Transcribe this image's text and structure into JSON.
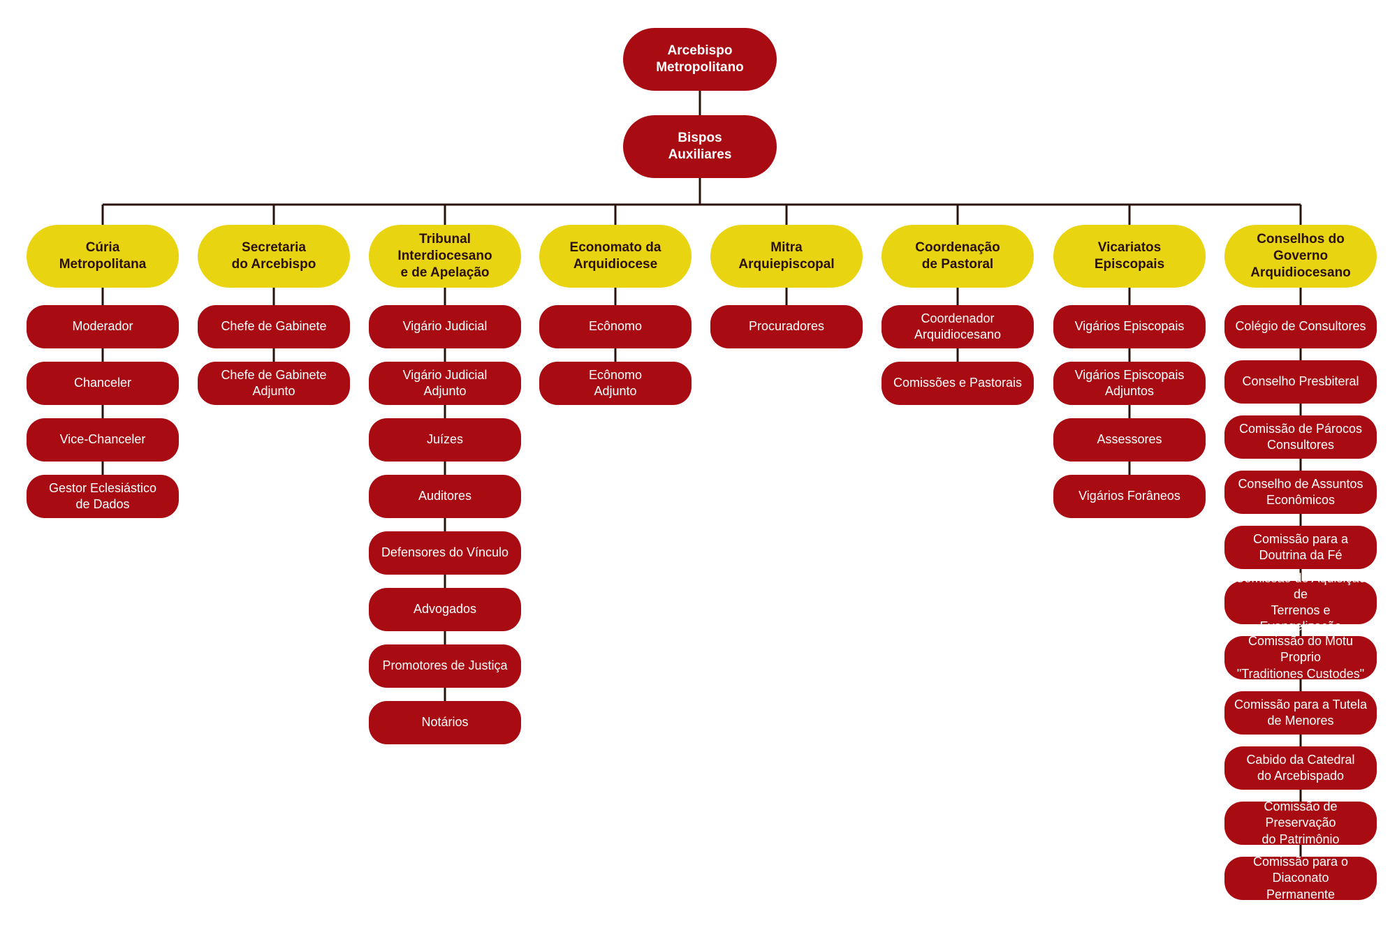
{
  "colors": {
    "primary_red": "#a80b12",
    "accent_yellow": "#e9d411",
    "connector": "#2a1208",
    "background": "#ffffff"
  },
  "top": [
    {
      "label": "Arcebispo\nMetropolitano"
    },
    {
      "label": "Bispos\nAuxiliares"
    }
  ],
  "departments": [
    {
      "label": "Cúria\nMetropolitana",
      "children": [
        "Moderador",
        "Chanceler",
        "Vice-Chanceler",
        "Gestor Eclesiástico\nde Dados"
      ]
    },
    {
      "label": "Secretaria\ndo Arcebispo",
      "children": [
        "Chefe de Gabinete",
        "Chefe de Gabinete\nAdjunto"
      ]
    },
    {
      "label": "Tribunal Interdiocesano\ne de Apelação",
      "children": [
        "Vigário Judicial",
        "Vigário Judicial\nAdjunto",
        "Juízes",
        "Auditores",
        "Defensores do Vínculo",
        "Advogados",
        "Promotores de Justiça",
        "Notários"
      ]
    },
    {
      "label": "Economato da\nArquidiocese",
      "children": [
        "Ecônomo",
        "Ecônomo\nAdjunto"
      ]
    },
    {
      "label": "Mitra\nArquiepiscopal",
      "children": [
        "Procuradores"
      ]
    },
    {
      "label": "Coordenação\nde Pastoral",
      "children": [
        "Coordenador\nArquidiocesano",
        "Comissões e Pastorais"
      ]
    },
    {
      "label": "Vicariatos\nEpiscopais",
      "children": [
        "Vigários Episcopais",
        "Vigários Episcopais\nAdjuntos",
        "Assessores",
        "Vigários Forâneos"
      ]
    },
    {
      "label": "Conselhos do Governo\nArquidiocesano",
      "children": [
        "Colégio de Consultores",
        "Conselho Presbiteral",
        "Comissão de Párocos\nConsultores",
        "Conselho de Assuntos\nEconômicos",
        "Comissão para a\nDoutrina da Fé",
        "Comissão de Aquisição de\nTerrenos e Evangelização",
        "Comissão do Motu Proprio\n\"Traditiones Custodes\"",
        "Comissão para a Tutela\nde Menores",
        "Cabido da Catedral\ndo Arcebispado",
        "Comissão de Preservação\ndo Patrimônio",
        "Comissão para o Diaconato\nPermanente"
      ]
    }
  ]
}
